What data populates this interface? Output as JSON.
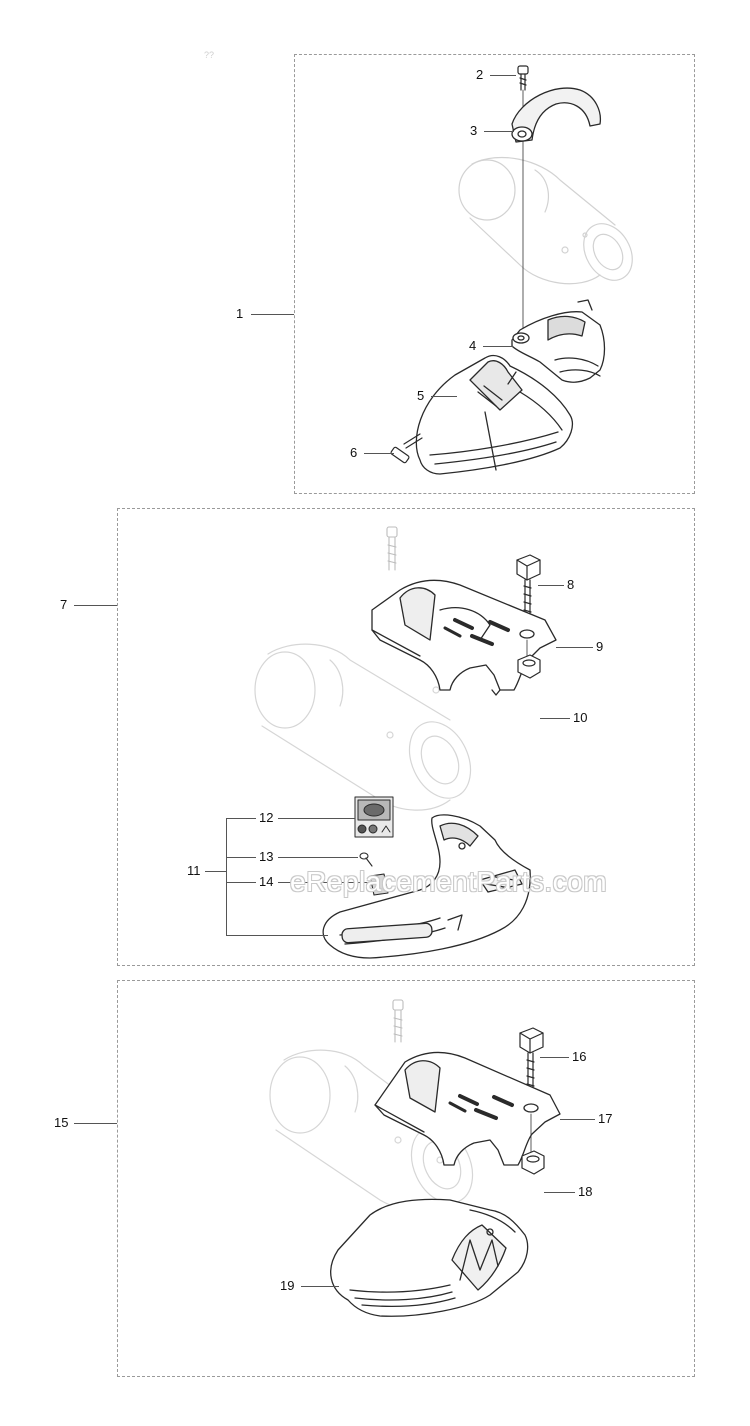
{
  "diagram": {
    "watermark": "eReplacementParts.com",
    "corner_mark": "??",
    "groups": [
      {
        "id": "group-1",
        "number": "1"
      },
      {
        "id": "group-7",
        "number": "7"
      },
      {
        "id": "group-15",
        "number": "15"
      }
    ],
    "parts": {
      "p1": "1",
      "p2": "2",
      "p3": "3",
      "p4": "4",
      "p5": "5",
      "p6": "6",
      "p7": "7",
      "p8": "8",
      "p9": "9",
      "p10": "10",
      "p11": "11",
      "p12": "12",
      "p13": "13",
      "p14": "14",
      "p15": "15",
      "p16": "16",
      "p17": "17",
      "p18": "18",
      "p19": "19"
    },
    "colors": {
      "line": "#555555",
      "ghost": "#cfcfcf",
      "part": "#2a2a2a",
      "shade": "#dddddd"
    }
  }
}
